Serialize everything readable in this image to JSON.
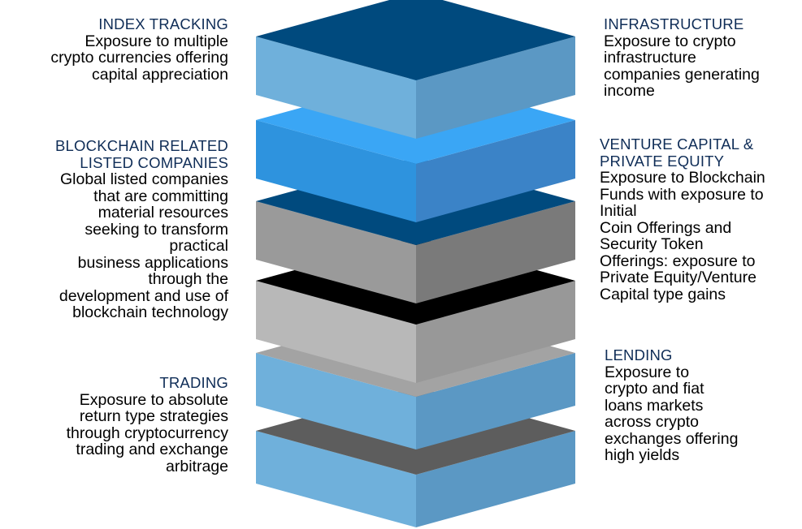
{
  "colors": {
    "title": "#0f2d57",
    "body_text": "#000000",
    "navy_top": "#004a7e",
    "light_blue_left": "#6fb0db",
    "light_blue_right": "#5b98c4",
    "bright_blue_top": "#3aa6f5",
    "bright_blue_left": "#2e93de",
    "bright_blue_right": "#3b83c7",
    "gray_left": "#9a9a9a",
    "gray_right": "#7a7a7a",
    "black_top": "#000000",
    "silver_left": "#b8b8b8",
    "silver_right": "#989898",
    "lightgray_top": "#a3a3a3",
    "darkgray_top": "#5d5d5d"
  },
  "sections": {
    "index_tracking": {
      "title": "INDEX TRACKING",
      "lines": [
        "Exposure to multiple",
        "crypto currencies offering",
        "capital appreciation"
      ]
    },
    "infrastructure": {
      "title": "INFRASTRUCTURE",
      "lines": [
        "Exposure to crypto",
        "infrastructure",
        "companies generating",
        "income"
      ]
    },
    "blockchain": {
      "title_lines": [
        "BLOCKCHAIN RELATED",
        "LISTED COMPANIES"
      ],
      "lines": [
        "Global listed companies",
        "that are committing",
        "material resources",
        "seeking to transform",
        "practical",
        "business applications",
        "through the",
        "development and use of",
        "blockchain technology"
      ]
    },
    "venture": {
      "title_lines": [
        "VENTURE CAPITAL &",
        "PRIVATE EQUITY"
      ],
      "lines": [
        "Exposure to Blockchain",
        "Funds with exposure to",
        "Initial",
        "Coin Offerings and",
        "Security Token",
        "Offerings: exposure to",
        "Private Equity/Venture",
        "Capital type gains"
      ]
    },
    "trading": {
      "title": "TRADING",
      "lines": [
        "Exposure to absolute",
        "return type strategies",
        "through cryptocurrency",
        "trading and exchange",
        "arbitrage"
      ]
    },
    "lending": {
      "title": "LENDING",
      "lines": [
        "Exposure to",
        "crypto and fiat",
        "loans markets",
        "across crypto",
        "exchanges offering",
        "high yields"
      ]
    }
  }
}
